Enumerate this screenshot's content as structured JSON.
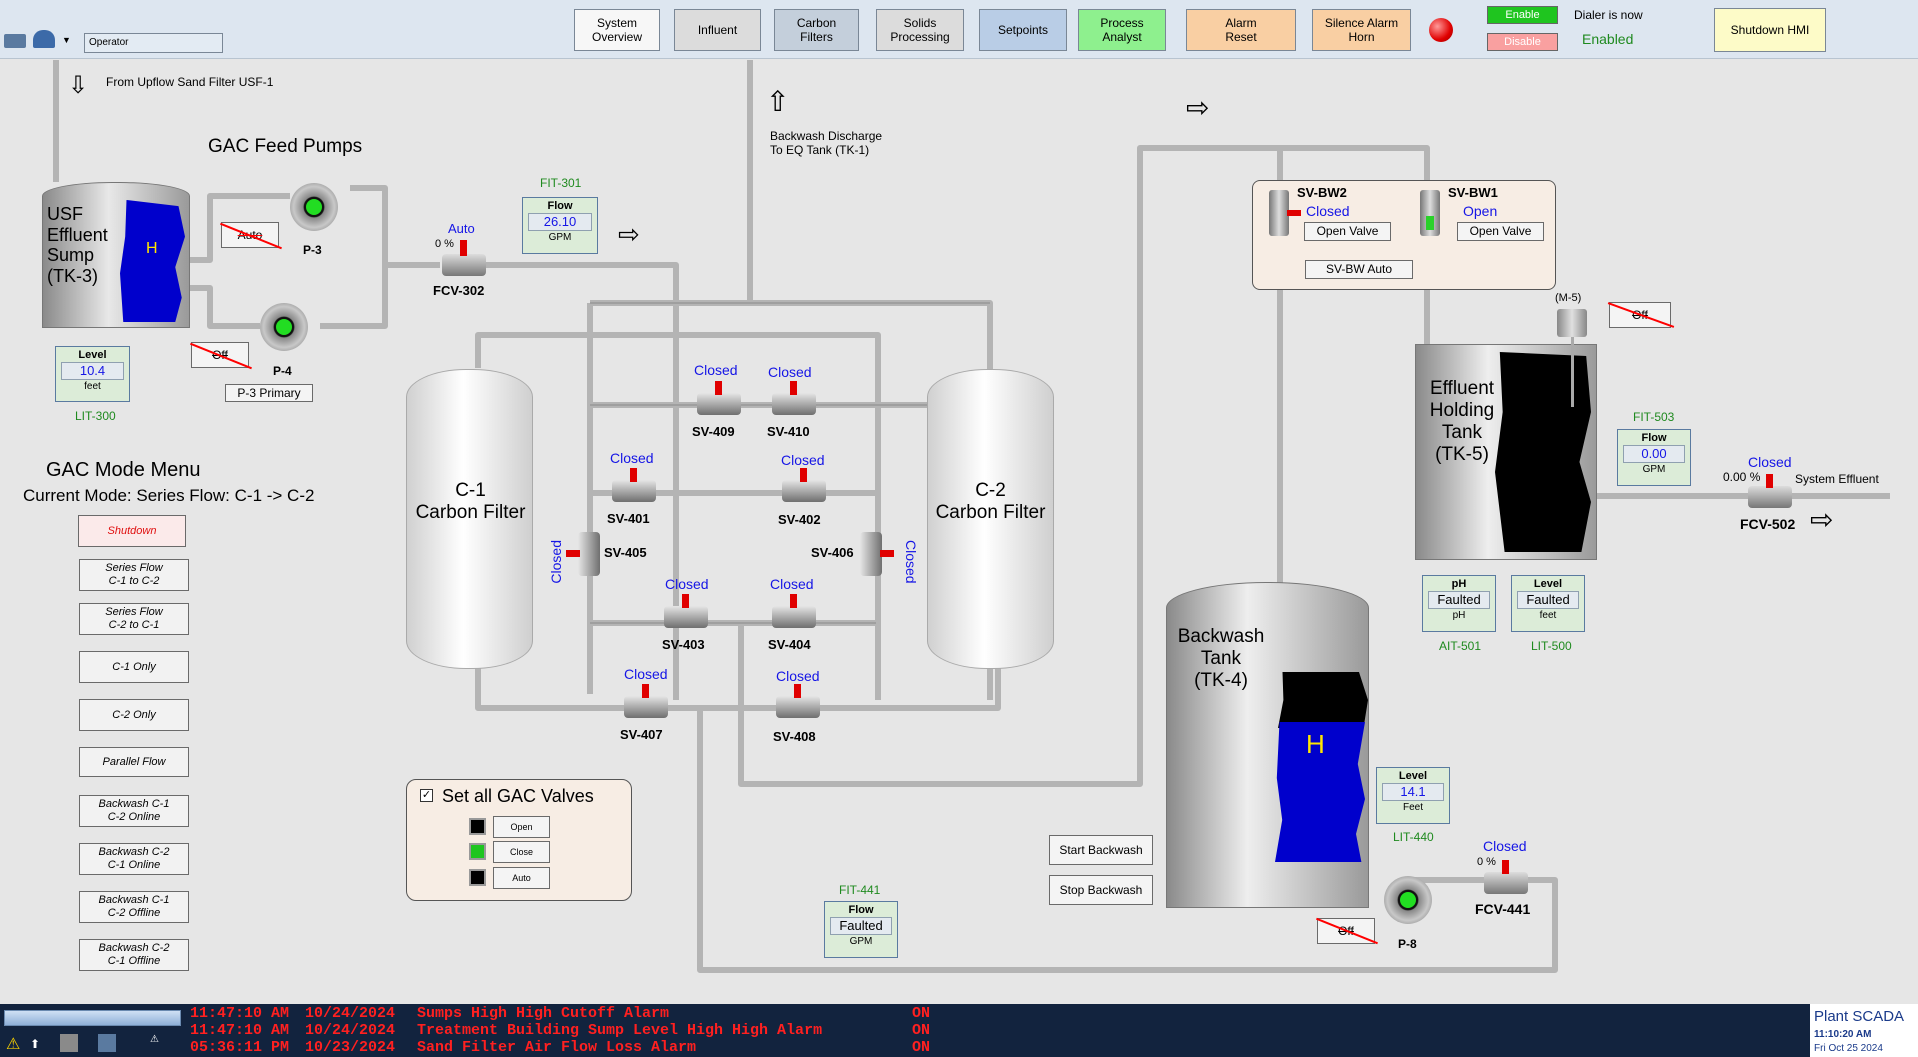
{
  "topbar": {
    "user_field": "Operator",
    "nav": [
      {
        "label": "System\nOverview",
        "bg": "#f7f7f7"
      },
      {
        "label": "Influent",
        "bg": "#dcdcdc"
      },
      {
        "label": "Carbon\nFilters",
        "bg": "#c4cfdb"
      },
      {
        "label": "Solids\nProcessing",
        "bg": "#dcdcdc"
      },
      {
        "label": "Setpoints",
        "bg": "#b9cde6"
      },
      {
        "label": "Process\nAnalyst",
        "bg": "#8ef08e"
      },
      {
        "label": "Alarm\nReset",
        "bg": "#f9cfa3"
      },
      {
        "label": "Silence Alarm\nHorn",
        "bg": "#f9cfa3"
      }
    ],
    "enable_label": "Enable",
    "disable_label": "Disable",
    "dialer_label": "Dialer is now",
    "dialer_status": "Enabled",
    "shutdown_label": "Shutdown HMI"
  },
  "labels": {
    "from_usf": "From Upflow Sand Filter USF-1",
    "gac_feed_pumps": "GAC Feed Pumps",
    "usf_sump": "USF\nEffluent\nSump\n(TK-3)",
    "tank_h": "H",
    "p3": "P-3",
    "p4": "P-4",
    "p8": "P-8",
    "auto_strike": "Auto",
    "off_strike": "Off",
    "p3_primary": "P-3 Primary",
    "backwash_discharge": "Backwash Discharge\nTo EQ Tank (TK-1)",
    "c1": "C-1\nCarbon Filter",
    "c2": "C-2\nCarbon Filter",
    "fcv302": "FCV-302",
    "fcv302_pct": "0 %",
    "fcv302_mode": "Auto",
    "effluent_tank": "Effluent\nHolding\nTank\n(TK-5)",
    "backwash_tank": "Backwash\nTank\n(TK-4)",
    "m5": "(M-5)",
    "system_effluent": "System Effluent",
    "fcv502": "FCV-502",
    "fcv502_pct": "0.00 %",
    "fcv502_state": "Closed",
    "fcv441": "FCV-441",
    "fcv441_pct": "0 %",
    "fcv441_state": "Closed",
    "start_backwash": "Start Backwash",
    "stop_backwash": "Stop Backwash",
    "sv_bw2": "SV-BW2",
    "sv_bw1": "SV-BW1",
    "sv_bw2_state": "Closed",
    "sv_bw1_state": "Open",
    "open_valve": "Open Valve",
    "sv_bw_auto": "SV-BW Auto",
    "closed": "Closed"
  },
  "valves": [
    {
      "tag": "SV-409",
      "state": "Closed"
    },
    {
      "tag": "SV-410",
      "state": "Closed"
    },
    {
      "tag": "SV-401",
      "state": "Closed"
    },
    {
      "tag": "SV-402",
      "state": "Closed"
    },
    {
      "tag": "SV-405",
      "state": "Closed"
    },
    {
      "tag": "SV-406",
      "state": "Closed"
    },
    {
      "tag": "SV-403",
      "state": "Closed"
    },
    {
      "tag": "SV-404",
      "state": "Closed"
    },
    {
      "tag": "SV-407",
      "state": "Closed"
    },
    {
      "tag": "SV-408",
      "state": "Closed"
    }
  ],
  "instruments": {
    "lit300": {
      "title": "Level",
      "value": "10.4",
      "unit": "feet",
      "tag": "LIT-300"
    },
    "fit301": {
      "title": "Flow",
      "value": "26.10",
      "unit": "GPM",
      "tag": "FIT-301"
    },
    "fit503": {
      "title": "Flow",
      "value": "0.00",
      "unit": "GPM",
      "tag": "FIT-503"
    },
    "ait501": {
      "title": "pH",
      "value": "Faulted",
      "unit": "pH",
      "tag": "AIT-501"
    },
    "lit500": {
      "title": "Level",
      "value": "Faulted",
      "unit": "feet",
      "tag": "LIT-500"
    },
    "lit440": {
      "title": "Level",
      "value": "14.1",
      "unit": "Feet",
      "tag": "LIT-440"
    },
    "fit441": {
      "title": "Flow",
      "value": "Faulted",
      "unit": "GPM",
      "tag": "FIT-441"
    }
  },
  "mode_menu": {
    "title": "GAC Mode Menu",
    "current": "Current Mode: Series Flow: C-1 -> C-2",
    "buttons": [
      "Shutdown",
      "Series Flow\nC-1 to C-2",
      "Series Flow\nC-2 to C-1",
      "C-1 Only",
      "C-2 Only",
      "Parallel Flow",
      "Backwash C-1\nC-2 Online",
      "Backwash C-2\nC-1 Online",
      "Backwash C-1\nC-2 Offline",
      "Backwash C-2\nC-1 Offline"
    ]
  },
  "gac_valves_panel": {
    "title": "Set all GAC Valves",
    "open": "Open",
    "close": "Close",
    "auto": "Auto"
  },
  "alarms": [
    {
      "time": "11:47:10 AM",
      "date": "10/24/2024",
      "message": "Sumps High High Cutoff Alarm",
      "state": "ON"
    },
    {
      "time": "11:47:10 AM",
      "date": "10/24/2024",
      "message": "Treatment Building Sump Level High High Alarm",
      "state": "ON"
    },
    {
      "time": "05:36:11 PM",
      "date": "10/23/2024",
      "message": "Sand Filter Air Flow Loss Alarm",
      "state": "ON"
    }
  ],
  "footer": {
    "brand": "Plant SCADA",
    "time": "11:10:20 AM",
    "date": "Fri Oct 25 2024"
  },
  "colors": {
    "accent_blue": "#1515e6",
    "tag_green": "#1f8a1f",
    "alarm_red": "#ff2020",
    "alarm_bg": "#12233e"
  }
}
